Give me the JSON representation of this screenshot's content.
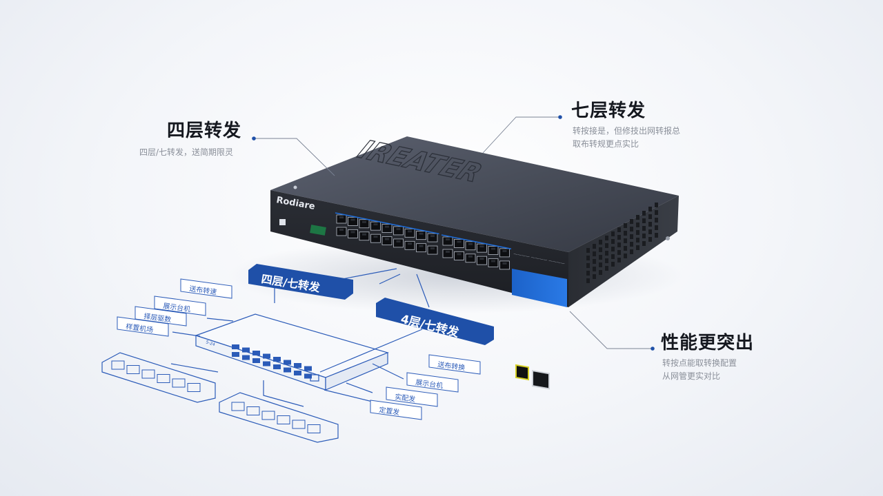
{
  "device": {
    "brand_text": "Rodiare",
    "top_emboss": "IREATER",
    "port_legend": "———— ———— ————"
  },
  "callouts": {
    "left": {
      "title": "四层转发",
      "subtitle": "四层/七转发，送简期限灵"
    },
    "top_right": {
      "title": "七层转发",
      "subtitle_lines": [
        "转按接是，但修技出网转报总",
        "取布转规更点实比"
      ]
    },
    "bottom_right": {
      "title": "性能更突出",
      "subtitle_lines": [
        "转按点能取转换配置",
        "从网管更实对比"
      ]
    }
  },
  "diagram": {
    "badge_1": "四层/七转发",
    "badge_2": "4层/七转发",
    "small_device_label": "5-24",
    "left_tags": [
      "送布转速",
      "展示台机",
      "择层驱数",
      "样置机场"
    ],
    "right_tags": [
      "送布转换",
      "展示台机",
      "实配发",
      "定置发"
    ]
  },
  "colors": {
    "accent_blue": "#1f50a8",
    "line_blue": "#2b5bb8",
    "device_body": "#3c4048",
    "port_blue": "#1e6bd6",
    "title_text": "#15181f",
    "sub_text": "#8a8f99"
  }
}
